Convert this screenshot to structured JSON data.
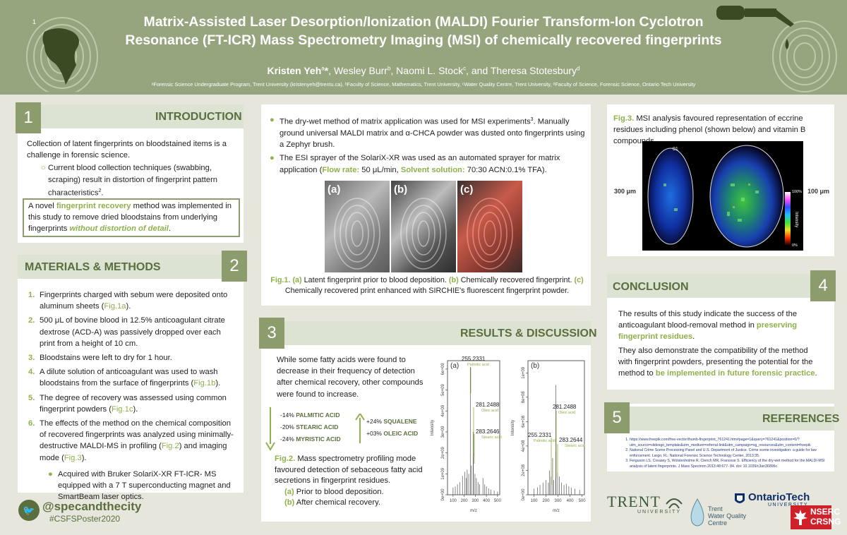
{
  "header": {
    "slide_number": "1",
    "title_line1": "Matrix-Assisted Laser Desorption/Ionization (MALDI) Fourier Transform-Ion Cyclotron",
    "title_line2": "Resonance (FT-ICR) Mass Spectrometry Imaging (MSI) of chemically recovered fingerprints",
    "authors": {
      "a1": "Kristen Yeh",
      "a1sup": "a",
      "a1star": "*",
      "a2": ", Wesley Burr",
      "a2sup": "b",
      "a3": ", Naomi L. Stock",
      "a3sup": "c",
      "a4": ", and Theresa Stotesbury",
      "a4sup": "d"
    },
    "affiliations": "ᵃForensic Science Undergraduate Program, Trent University (kristenyeh@trentu.ca), ᵇFaculty of Science, Mathematics, Trent University, ᶜWater Quality Centre, Trent University, ᵈFaculty of Science, Forensic Science, Ontario Tech University"
  },
  "intro": {
    "num": "1",
    "heading": "INTRODUCTION",
    "p1": "Collection of latent fingerprints on bloodstained items is a challenge in forensic science.",
    "bullet": "Current blood collection techniques (swabbing, scraping) result in distortion of fingerprint pattern characteristics",
    "bullet_sup": "2",
    "bullet_end": ".",
    "box_a": "A novel ",
    "box_b": "fingerprint recovery",
    "box_c": " method was implemented in this study to remove dried bloodstains from underlying fingerprints ",
    "box_d": "without distortion of detail",
    "box_e": "."
  },
  "methods": {
    "num": "2",
    "heading": "MATERIALS & METHODS",
    "i1n": "1.",
    "i1a": "Fingerprints charged with sebum were deposited onto aluminum sheets (",
    "i1b": "Fig.1a",
    "i1c": ").",
    "i2n": "2.",
    "i2": "500 μL of bovine blood in 12.5% anticoagulant citrate dextrose (ACD-A) was passively dropped over each print from a height of 10 cm.",
    "i3n": "3.",
    "i3": "Bloodstains were left to dry for 1 hour.",
    "i4n": "4.",
    "i4a": "A dilute solution of anticoagulant was used to wash bloodstains from the surface of fingerprints (",
    "i4b": "Fig.1b",
    "i4c": ").",
    "i5n": "5.",
    "i5a": "The degree of recovery was assessed using common fingerprint powders (",
    "i5b": "Fig.1c",
    "i5c": ").",
    "i6n": "6.",
    "i6a": "The effects of the method on the chemical composition of recovered fingerprints was analyzed using minimally-destructive MALDI-MS  in profiling (",
    "i6b": "Fig.2",
    "i6c": ")  and imaging mode (",
    "i6d": "Fig.3",
    "i6e": ").",
    "sub": "Acquired with Bruker SolariX-XR FT-ICR- MS equipped with a 7 T superconducting magnet and SmartBeam laser optics."
  },
  "social": {
    "handle": "@specandthecity",
    "tag": "#CSFSPoster2020"
  },
  "middle": {
    "b1a": "The dry-wet method of matrix application was used for MSI experiments",
    "b1sup": "3",
    "b1b": ". Manually ground universal MALDI matrix and α-CHCA powder was dusted onto fingerprints using a Zephyr brush.",
    "b2a": "The ESI sprayer of the SolariX-XR was used as an automated sprayer for matrix application (",
    "b2b": "Flow rate:",
    "b2c": " 50 μL/min, ",
    "b2d": "Solvent solution:",
    "b2e": " 70:30 ACN:0.1% TFA).",
    "fig_labels": [
      "(a)",
      "(b)",
      "(c)"
    ],
    "cap_a": "Fig.1. ",
    "cap_b": "(a)",
    "cap_c": " Latent fingerprint prior to blood deposition. ",
    "cap_d": "(b)",
    "cap_e": " Chemically recovered fingerprint. ",
    "cap_f": "(c)",
    "cap_g": " Chemically recovered print enhanced with SIRCHIE's fluorescent fingerprint powder."
  },
  "results": {
    "num": "3",
    "heading": "RESULTS & DISCUSSION",
    "p": "While some fatty acids were found to decrease in their frequency of detection after chemical recovery, other compounds were found to increase.",
    "down": [
      {
        "pct": "-14%",
        "name": "PALMITIC ACID"
      },
      {
        "pct": "-20%",
        "name": "STEARIC ACID"
      },
      {
        "pct": "-24%",
        "name": "MYRISTIC ACID"
      }
    ],
    "up": [
      {
        "pct": "+24%",
        "name": "SQUALENE"
      },
      {
        "pct": "+03%",
        "name": "OLEIC ACID"
      }
    ],
    "cap_a": "Fig.2.",
    "cap_b": " Mass spectrometry profiling mode favoured detection of sebaceous fatty acid secretions in fingerprint residues.",
    "sub_a_l": "(a)",
    "sub_a": " Prior to blood deposition.",
    "sub_b_l": "(b)",
    "sub_b": " After chemical recovery."
  },
  "chart_data": [
    {
      "type": "line",
      "title": "(a)",
      "xlabel": "m/z",
      "ylabel": "Intensity",
      "xlim": [
        50,
        520
      ],
      "xticks": [
        "100",
        "200",
        "300",
        "400",
        "500"
      ],
      "yticks": [
        "0e+00",
        "1e+09",
        "2e+09",
        "3e+09",
        "4e+09",
        "5e+09",
        "6e+09"
      ],
      "ylim": [
        0,
        6400000000
      ],
      "annotations": [
        {
          "mz": "255.2331",
          "name": "Palmitic acid"
        },
        {
          "mz": "281.2488",
          "name": "Oleic acid"
        },
        {
          "mz": "283.2646",
          "name": "Stearic acid"
        }
      ],
      "peaks": [
        [
          100,
          0.35
        ],
        [
          120,
          0.4
        ],
        [
          140,
          0.5
        ],
        [
          160,
          0.6
        ],
        [
          185,
          0.9
        ],
        [
          205,
          1.1
        ],
        [
          220,
          0.8
        ],
        [
          227,
          1.2
        ],
        [
          241,
          1.0
        ],
        [
          255.2,
          6.1
        ],
        [
          265,
          1.4
        ],
        [
          281.2,
          3.0
        ],
        [
          283.3,
          2.0
        ],
        [
          297,
          1.0
        ],
        [
          310,
          0.8
        ],
        [
          325,
          0.6
        ],
        [
          340,
          0.5
        ],
        [
          369,
          0.8
        ],
        [
          385,
          0.5
        ],
        [
          400,
          0.4
        ],
        [
          420,
          0.3
        ],
        [
          440,
          0.25
        ],
        [
          470,
          0.2
        ],
        [
          500,
          0.15
        ]
      ]
    },
    {
      "type": "line",
      "title": "(b)",
      "xlabel": "m/z",
      "ylabel": "Intensity",
      "xlim": [
        50,
        520
      ],
      "xticks": [
        "100",
        "200",
        "300",
        "400",
        "500"
      ],
      "yticks": [
        "0e+00",
        "2e+08",
        "4e+08",
        "6e+08",
        "8e+08",
        "1e+09"
      ],
      "ylim": [
        0,
        1100000000
      ],
      "annotations": [
        {
          "mz": "281.2488",
          "name": "Oleic acid"
        },
        {
          "mz": "255.2331",
          "name": "Palmitic acid"
        },
        {
          "mz": "283.2644",
          "name": "Stearic acid"
        }
      ],
      "peaks": [
        [
          100,
          0.05
        ],
        [
          130,
          0.06
        ],
        [
          150,
          0.08
        ],
        [
          175,
          0.1
        ],
        [
          200,
          0.12
        ],
        [
          220,
          0.1
        ],
        [
          230,
          0.2
        ],
        [
          241,
          0.15
        ],
        [
          255.2,
          0.3
        ],
        [
          265,
          0.12
        ],
        [
          281.2,
          0.9
        ],
        [
          283.3,
          0.35
        ],
        [
          297,
          0.18
        ],
        [
          311,
          0.15
        ],
        [
          330,
          0.1
        ],
        [
          350,
          0.08
        ],
        [
          369,
          0.09
        ],
        [
          390,
          0.07
        ],
        [
          410,
          0.06
        ],
        [
          440,
          0.05
        ],
        [
          480,
          0.04
        ]
      ]
    }
  ],
  "fig3": {
    "label": "Fig.3.",
    "text": " MSI analysis favoured representation of eccrine residues including phenol (shown below) and vitamin B compounds.",
    "left_scale": "300 μm",
    "right_scale": "100 μm",
    "colorbar_label": "Intensity",
    "cb_top": "100%",
    "cb_bottom": "0%",
    "roi": "01"
  },
  "conclusion": {
    "num": "4",
    "heading": "CONCLUSION",
    "p1a": "The results of this study indicate the success of the anticoagulant blood-removal method in ",
    "p1b": "preserving fingerprint residues",
    "p1c": ".",
    "p2a": "They also demonstrate the compatibility of the method with fingerprint powders, presenting the potential for the method to ",
    "p2b": "be implemented in future forensic practice",
    "p2c": "."
  },
  "references": {
    "num": "5",
    "heading": "REFERENCES",
    "items": [
      "https://www.freepik.com/free-vector/thumb-fingerprint_761241.htm#page=1&query=761241&position=0/?utm_source=slidesgo_template&utm_medium=referral-link&utm_campaign=sg_resources&utm_content=freepik",
      "National Crime Scene Processing Panel and U.S. Department of Justice. Crime scene investigation: a guide for law enforcement. Largo, FL: National Forensic Science Technology Center, 2013;35.",
      "Ferguson LS, Creasey S, Wolstenholme R, Clench MR, Francese S. Efficiency of the dry-wet method for the MALDI-MSI analysis of latent fingerprints. J Mass Spectrom 2013;48:677- 84. doi: 10.1039/c3an36896c."
    ]
  },
  "logos": {
    "trent": "TRENT",
    "trent_sub": "UNIVERSITY",
    "wqc1": "Trent",
    "wqc2": "Water Quality",
    "wqc3": "Centre",
    "ot1": "OntarioTech",
    "ot2": "UNIVERSITY",
    "nserc1": "NSERC",
    "nserc2": "CRSNG"
  },
  "colors": {
    "header": "#96a57e",
    "accent": "#8fb04a",
    "bar": "#dde3d2",
    "tab": "#8c9c6c",
    "bg": "#e7e6dc"
  }
}
